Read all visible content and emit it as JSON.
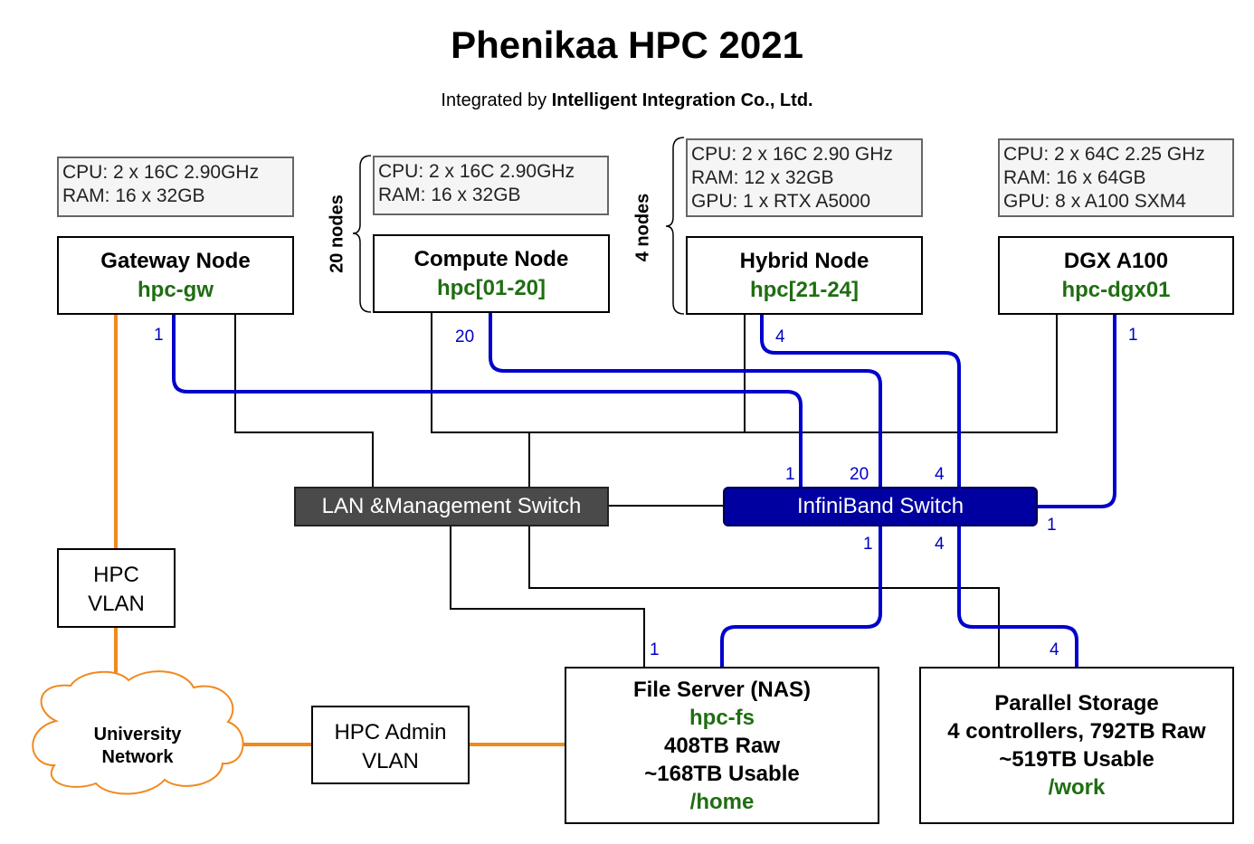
{
  "title": "Phenikaa HPC 2021",
  "subtitle": {
    "prefix": "Integrated by ",
    "company": "Intelligent Integration Co., Ltd."
  },
  "specs": {
    "gateway": [
      "CPU: 2 x 16C 2.90GHz",
      "RAM: 16 x 32GB"
    ],
    "compute": [
      "CPU: 2 x 16C 2.90GHz",
      "RAM: 16 x 32GB"
    ],
    "hybrid": [
      "CPU: 2 x 16C 2.90 GHz",
      "RAM: 12 x 32GB",
      "GPU: 1 x RTX A5000"
    ],
    "dgx": [
      "CPU: 2 x 64C 2.25 GHz",
      "RAM: 16 x 64GB",
      "GPU: 8 x A100 SXM4"
    ]
  },
  "group_labels": {
    "compute": "20 nodes",
    "hybrid": "4 nodes"
  },
  "nodes": {
    "gateway": {
      "name": "Gateway Node",
      "host": "hpc-gw"
    },
    "compute": {
      "name": "Compute Node",
      "host": "hpc[01-20]"
    },
    "hybrid": {
      "name": "Hybrid Node",
      "host": "hpc[21-24]"
    },
    "dgx": {
      "name": "DGX A100",
      "host": "hpc-dgx01"
    }
  },
  "switches": {
    "lan": "LAN &Management Switch",
    "infiniband": "InfiniBand Switch"
  },
  "link_counts": {
    "gw_top": "1",
    "compute_top": "20",
    "hybrid_top": "4",
    "dgx_top": "1",
    "ib_in_gw": "1",
    "ib_in_compute": "20",
    "ib_in_hybrid": "4",
    "ib_right": "1",
    "ib_out_fs": "1",
    "ib_out_ps": "4",
    "fs_in": "1",
    "ps_in": "4"
  },
  "vlans": {
    "hpc": [
      "HPC",
      "VLAN"
    ],
    "admin": [
      "HPC Admin",
      "VLAN"
    ]
  },
  "cloud": [
    "University",
    "Network"
  ],
  "file_server": {
    "name": "File Server (NAS)",
    "host": "hpc-fs",
    "raw": "408TB Raw",
    "usable": "~168TB Usable",
    "mount": "/home"
  },
  "parallel_storage": {
    "name": "Parallel Storage",
    "controllers": "4 controllers, 792TB Raw",
    "usable": "~519TB Usable",
    "mount": "/work"
  },
  "colors": {
    "infiniband_link": "#0000cc",
    "ethernet_link": "#000000",
    "vlan_link": "#f0891e",
    "hostname": "#1f6e12",
    "lan_switch": "#4a4a4a",
    "ib_switch": "#0000a0"
  }
}
